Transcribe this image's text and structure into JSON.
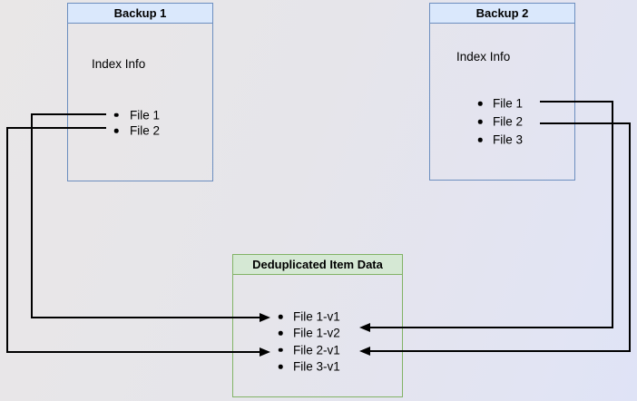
{
  "diagram": {
    "boxes": {
      "backup1": {
        "title": "Backup 1",
        "subtitle": "Index Info",
        "files": [
          "File 1",
          "File 2"
        ]
      },
      "backup2": {
        "title": "Backup 2",
        "subtitle": "Index Info",
        "files": [
          "File 1",
          "File 2",
          "File 3"
        ]
      },
      "dedup": {
        "title": "Deduplicated Item Data",
        "items": [
          "File 1-v1",
          "File 1-v2",
          "File 2-v1",
          "File 3-v1"
        ]
      }
    },
    "connections": [
      {
        "from": "Backup 1 / File 1",
        "to": "File 1-v1"
      },
      {
        "from": "Backup 1 / File 2",
        "to": "File 2-v1"
      },
      {
        "from": "Backup 2 / File 1",
        "to": "File 1-v2"
      },
      {
        "from": "Backup 2 / File 2",
        "to": "File 2-v1"
      }
    ],
    "colors": {
      "backup_header_fill": "#dae8fc",
      "backup_border": "#6c8ebf",
      "dedup_header_fill": "#d5e8d4",
      "dedup_border": "#82b366",
      "connector": "#000000"
    }
  }
}
